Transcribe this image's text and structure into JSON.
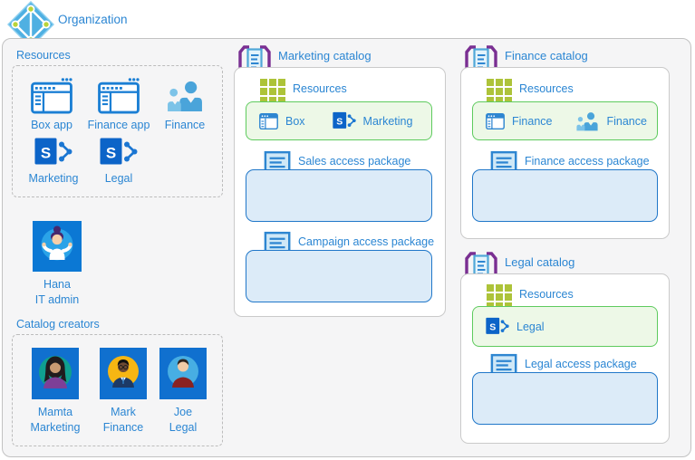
{
  "header": {
    "org_label": "Organization"
  },
  "left": {
    "resources_title": "Resources",
    "resources": [
      {
        "label": "Box app",
        "icon": "app-window-icon"
      },
      {
        "label": "Finance app",
        "icon": "app-window-icon"
      },
      {
        "label": "Finance",
        "icon": "people-icon"
      },
      {
        "label": "Marketing",
        "icon": "sharepoint-icon"
      },
      {
        "label": "Legal",
        "icon": "sharepoint-icon"
      }
    ],
    "admin": {
      "name": "Hana",
      "role": "IT admin"
    },
    "creators_title": "Catalog creators",
    "creators": [
      {
        "name": "Mamta",
        "role": "Marketing"
      },
      {
        "name": "Mark",
        "role": "Finance"
      },
      {
        "name": "Joe",
        "role": "Legal"
      }
    ]
  },
  "catalogs": [
    {
      "title": "Marketing catalog",
      "resources_title": "Resources",
      "resources": [
        {
          "label": "Box",
          "icon": "table-app-icon"
        },
        {
          "label": "Marketing",
          "icon": "sharepoint-icon"
        }
      ],
      "packages": [
        {
          "label": "Sales access package"
        },
        {
          "label": "Campaign access package"
        }
      ]
    },
    {
      "title": "Finance catalog",
      "resources_title": "Resources",
      "resources": [
        {
          "label": "Finance",
          "icon": "table-app-icon"
        },
        {
          "label": "Finance",
          "icon": "people-icon"
        }
      ],
      "packages": [
        {
          "label": "Finance access package"
        }
      ]
    },
    {
      "title": "Legal catalog",
      "resources_title": "Resources",
      "resources": [
        {
          "label": "Legal",
          "icon": "sharepoint-icon"
        }
      ],
      "packages": [
        {
          "label": "Legal access package"
        }
      ]
    }
  ],
  "colors": {
    "text_blue": "#2b86d3",
    "green_border": "#5ecb5e",
    "green_fill": "#edf8e7",
    "blue_border": "#2077c9",
    "blue_fill": "#dcebf8",
    "catalog_purple": "#7a2f92",
    "grid_green": "#adc339",
    "sharepoint_blue": "#0c64c8",
    "seal_orange": "#f28a1d",
    "ribbon_purple": "#7b3fa0",
    "org_background": "#f5f5f6"
  }
}
